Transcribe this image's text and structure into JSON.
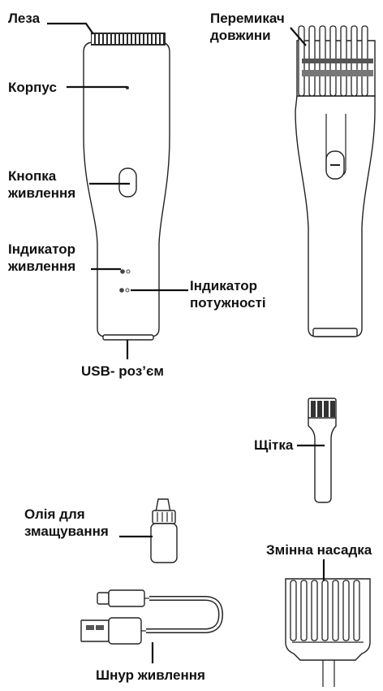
{
  "labels": {
    "blade": "Леза",
    "body": "Корпус",
    "power_button": "Кнопка живлення",
    "power_indicator": "Індикатор живлення",
    "length_switch": "Перемикач довжини",
    "power_level_indicator": "Індикатор потужності",
    "usb_port": "USB- роз’єм",
    "brush": "Щітка",
    "oil": "Олія для змащування",
    "attachment": "Змінна насадка",
    "cable": "Шнур живлення"
  },
  "colors": {
    "line": "#111111",
    "outline": "#222222",
    "background": "#ffffff"
  },
  "icons": [
    "blade-teeth",
    "power-button",
    "indicator-led",
    "comb-attachment",
    "brush",
    "oil-bottle",
    "usb-cable"
  ]
}
